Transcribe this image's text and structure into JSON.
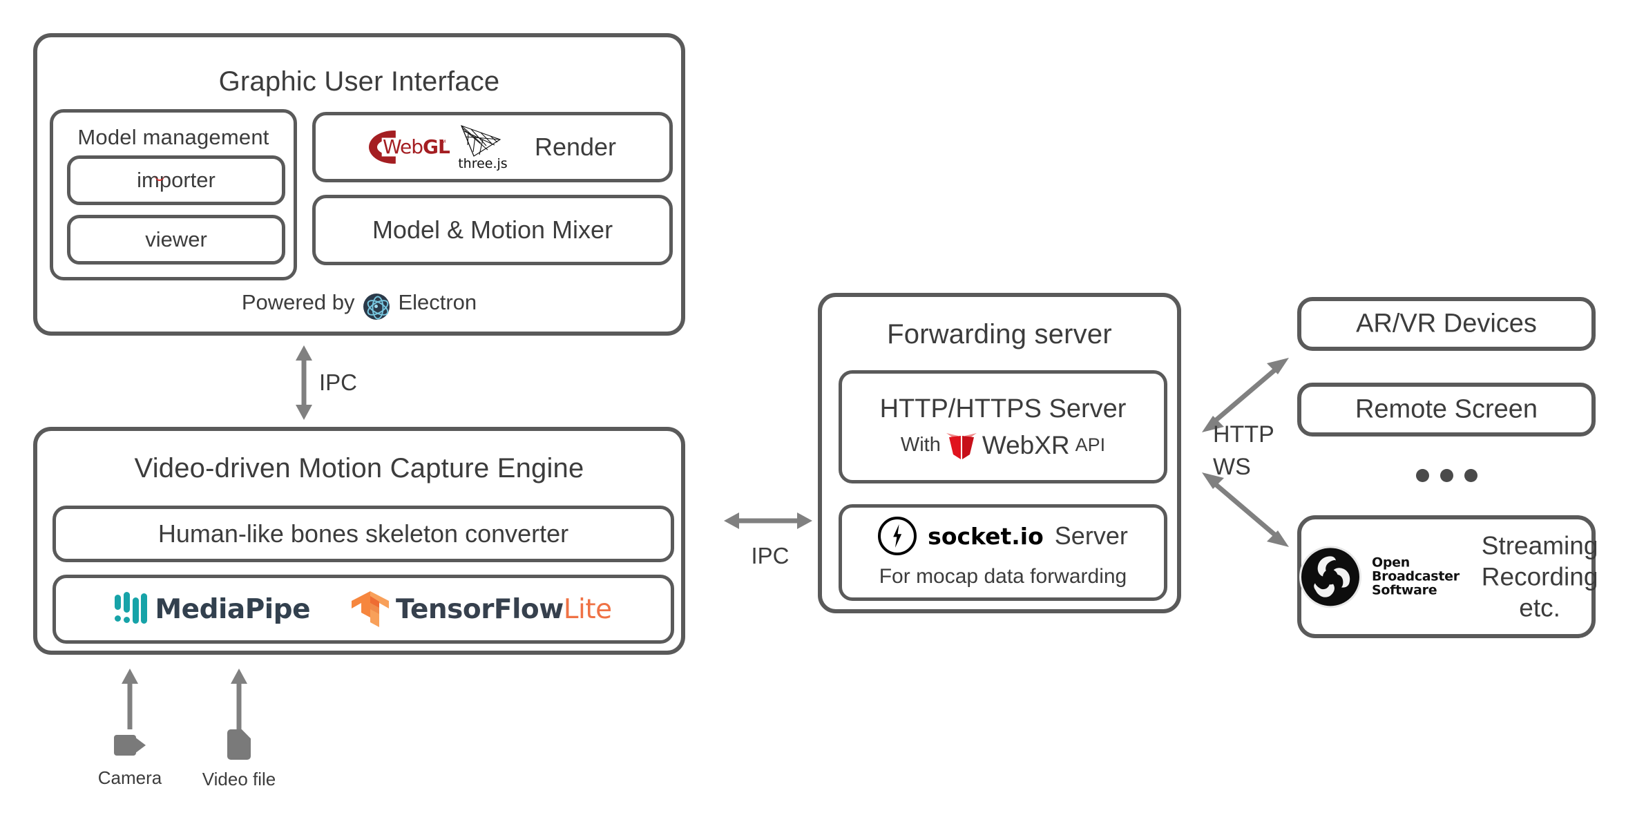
{
  "gui": {
    "title": "Graphic User Interface",
    "model_management": {
      "title": "Model management",
      "items": [
        {
          "label": "importer"
        },
        {
          "label": "viewer"
        }
      ]
    },
    "render": {
      "label": "Render",
      "logos": [
        "webgl-logo",
        "threejs-logo"
      ],
      "threejs_label": "three.js",
      "webgl_label_web": "Web",
      "webgl_label_gl": "GL",
      "webgl_tm": "™"
    },
    "mixer": {
      "label": "Model & Motion Mixer"
    },
    "powered_by": {
      "prefix": "Powered by",
      "suffix": "Electron"
    }
  },
  "mocap": {
    "title": "Video-driven Motion Capture Engine",
    "converter": {
      "label": "Human-like bones skeleton converter"
    },
    "frameworks": {
      "mediapipe": "MediaPipe",
      "tensorflow_main": "TensorFlow",
      "tensorflow_lite": "Lite"
    }
  },
  "server": {
    "title": "Forwarding server",
    "http": {
      "title": "HTTP/HTTPS Server",
      "with": "With",
      "webxr": "WebXR",
      "api": "API"
    },
    "socketio": {
      "name": "socket.io",
      "suffix": "Server",
      "caption": "For mocap data forwarding"
    }
  },
  "clients": {
    "items": [
      {
        "label": "AR/VR Devices"
      },
      {
        "label": "Remote Screen"
      }
    ],
    "ellipsis": "• • •",
    "obs": {
      "logo_lines": [
        "Open",
        "Broadcaster",
        "Software"
      ],
      "text_lines": [
        "Streaming",
        "Recording",
        "etc."
      ]
    }
  },
  "inputs": [
    {
      "icon": "camera-icon",
      "label": "Camera"
    },
    {
      "icon": "video-file-icon",
      "label": "Video file"
    }
  ],
  "connections": {
    "gui_to_mocap": "IPC",
    "mocap_to_server": "IPC",
    "server_to_clients_line1": "HTTP",
    "server_to_clients_line2": "WS"
  },
  "colors": {
    "border": "#5a5a5a",
    "text": "#3c3c3c",
    "arrow": "#808080",
    "webgl_red": "#a41e22",
    "electron_navy": "#2b3a4a",
    "mediapipe_teal": "#17a3a8",
    "tensorflow_orange": "#ef7245",
    "webxr_red": "#e0131e",
    "spellcheck_red": "#e03030"
  }
}
